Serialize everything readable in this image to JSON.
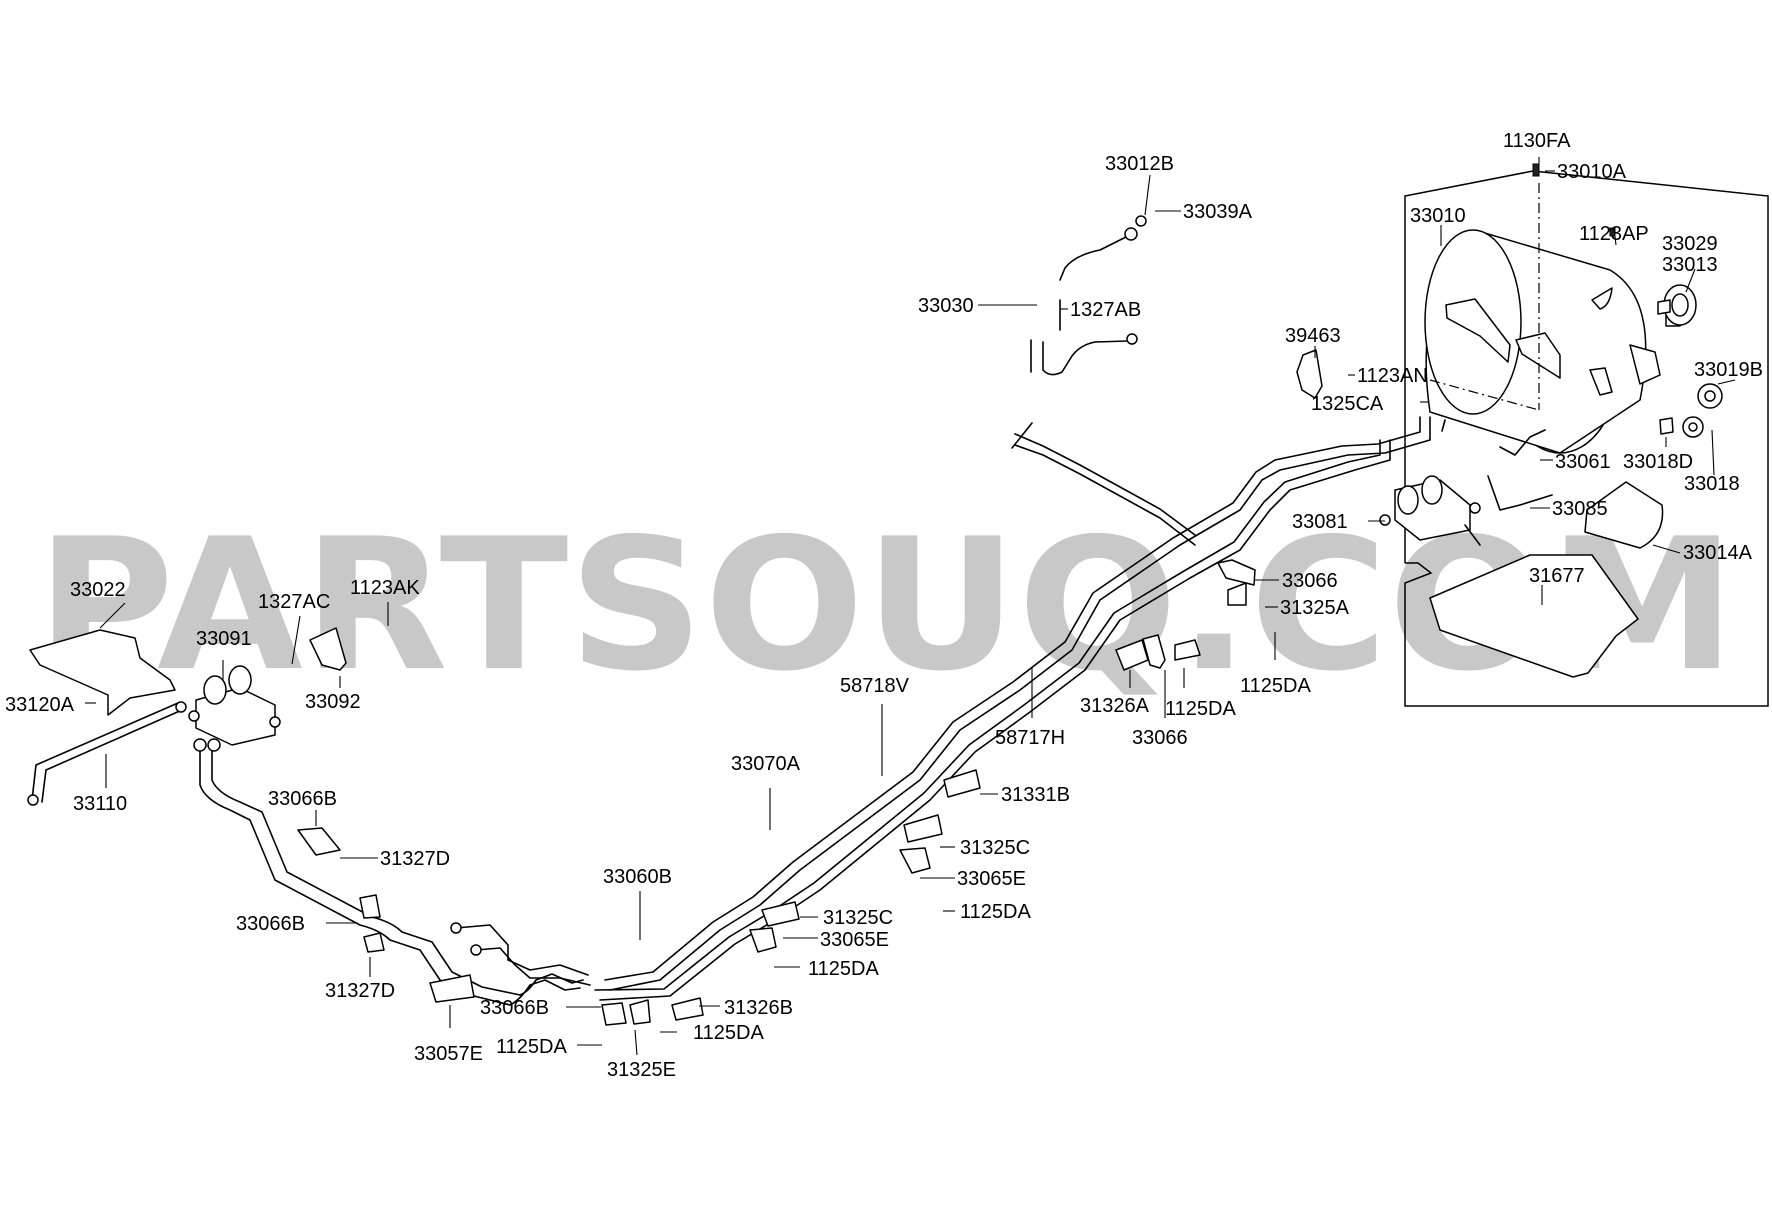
{
  "watermark": "PARTSOUQ.COM",
  "labels": [
    {
      "id": "l1130FA",
      "text": "1130FA"
    },
    {
      "id": "l33010A",
      "text": "33010A"
    },
    {
      "id": "l33012B",
      "text": "33012B"
    },
    {
      "id": "l33039A",
      "text": "33039A"
    },
    {
      "id": "l33010",
      "text": "33010"
    },
    {
      "id": "l1123AP",
      "text": "1123AP"
    },
    {
      "id": "l33029",
      "text": "33029"
    },
    {
      "id": "l33013",
      "text": "33013"
    },
    {
      "id": "l33030",
      "text": "33030"
    },
    {
      "id": "l1327AB",
      "text": "1327AB"
    },
    {
      "id": "l39463",
      "text": "39463"
    },
    {
      "id": "l1123AN",
      "text": "1123AN"
    },
    {
      "id": "l33019B",
      "text": "33019B"
    },
    {
      "id": "l1325CA",
      "text": "1325CA"
    },
    {
      "id": "l33061",
      "text": "33061"
    },
    {
      "id": "l33018D",
      "text": "33018D"
    },
    {
      "id": "l33018",
      "text": "33018"
    },
    {
      "id": "l33085",
      "text": "33085"
    },
    {
      "id": "l33081",
      "text": "33081"
    },
    {
      "id": "l33014A",
      "text": "33014A"
    },
    {
      "id": "l33066a",
      "text": "33066"
    },
    {
      "id": "l31677",
      "text": "31677"
    },
    {
      "id": "l31325A",
      "text": "31325A"
    },
    {
      "id": "l33022",
      "text": "33022"
    },
    {
      "id": "l1327AC",
      "text": "1327AC"
    },
    {
      "id": "l1123AK",
      "text": "1123AK"
    },
    {
      "id": "l33091",
      "text": "33091"
    },
    {
      "id": "l1125DAa",
      "text": "1125DA"
    },
    {
      "id": "l58718V",
      "text": "58718V"
    },
    {
      "id": "l31326A",
      "text": "31326A"
    },
    {
      "id": "l1125DAb",
      "text": "1125DA"
    },
    {
      "id": "l33120A",
      "text": "33120A"
    },
    {
      "id": "l33092",
      "text": "33092"
    },
    {
      "id": "l33066b",
      "text": "33066"
    },
    {
      "id": "l58717H",
      "text": "58717H"
    },
    {
      "id": "l33070A",
      "text": "33070A"
    },
    {
      "id": "l31331B",
      "text": "31331B"
    },
    {
      "id": "l33110",
      "text": "33110"
    },
    {
      "id": "l33066B1",
      "text": "33066B"
    },
    {
      "id": "l31325C",
      "text": "31325C"
    },
    {
      "id": "l31327D1",
      "text": "31327D"
    },
    {
      "id": "l33065E1",
      "text": "33065E"
    },
    {
      "id": "l33060B",
      "text": "33060B"
    },
    {
      "id": "l1125DAc",
      "text": "1125DA"
    },
    {
      "id": "l31325C2",
      "text": "31325C"
    },
    {
      "id": "l33066B2",
      "text": "33066B"
    },
    {
      "id": "l33065E2",
      "text": "33065E"
    },
    {
      "id": "l1125DAd",
      "text": "1125DA"
    },
    {
      "id": "l31327D2",
      "text": "31327D"
    },
    {
      "id": "l33066B3",
      "text": "33066B"
    },
    {
      "id": "l31326B",
      "text": "31326B"
    },
    {
      "id": "l1125DAe",
      "text": "1125DA"
    },
    {
      "id": "l33057E",
      "text": "33057E"
    },
    {
      "id": "l1125DAf",
      "text": "1125DA"
    },
    {
      "id": "l31325E",
      "text": "31325E"
    }
  ]
}
